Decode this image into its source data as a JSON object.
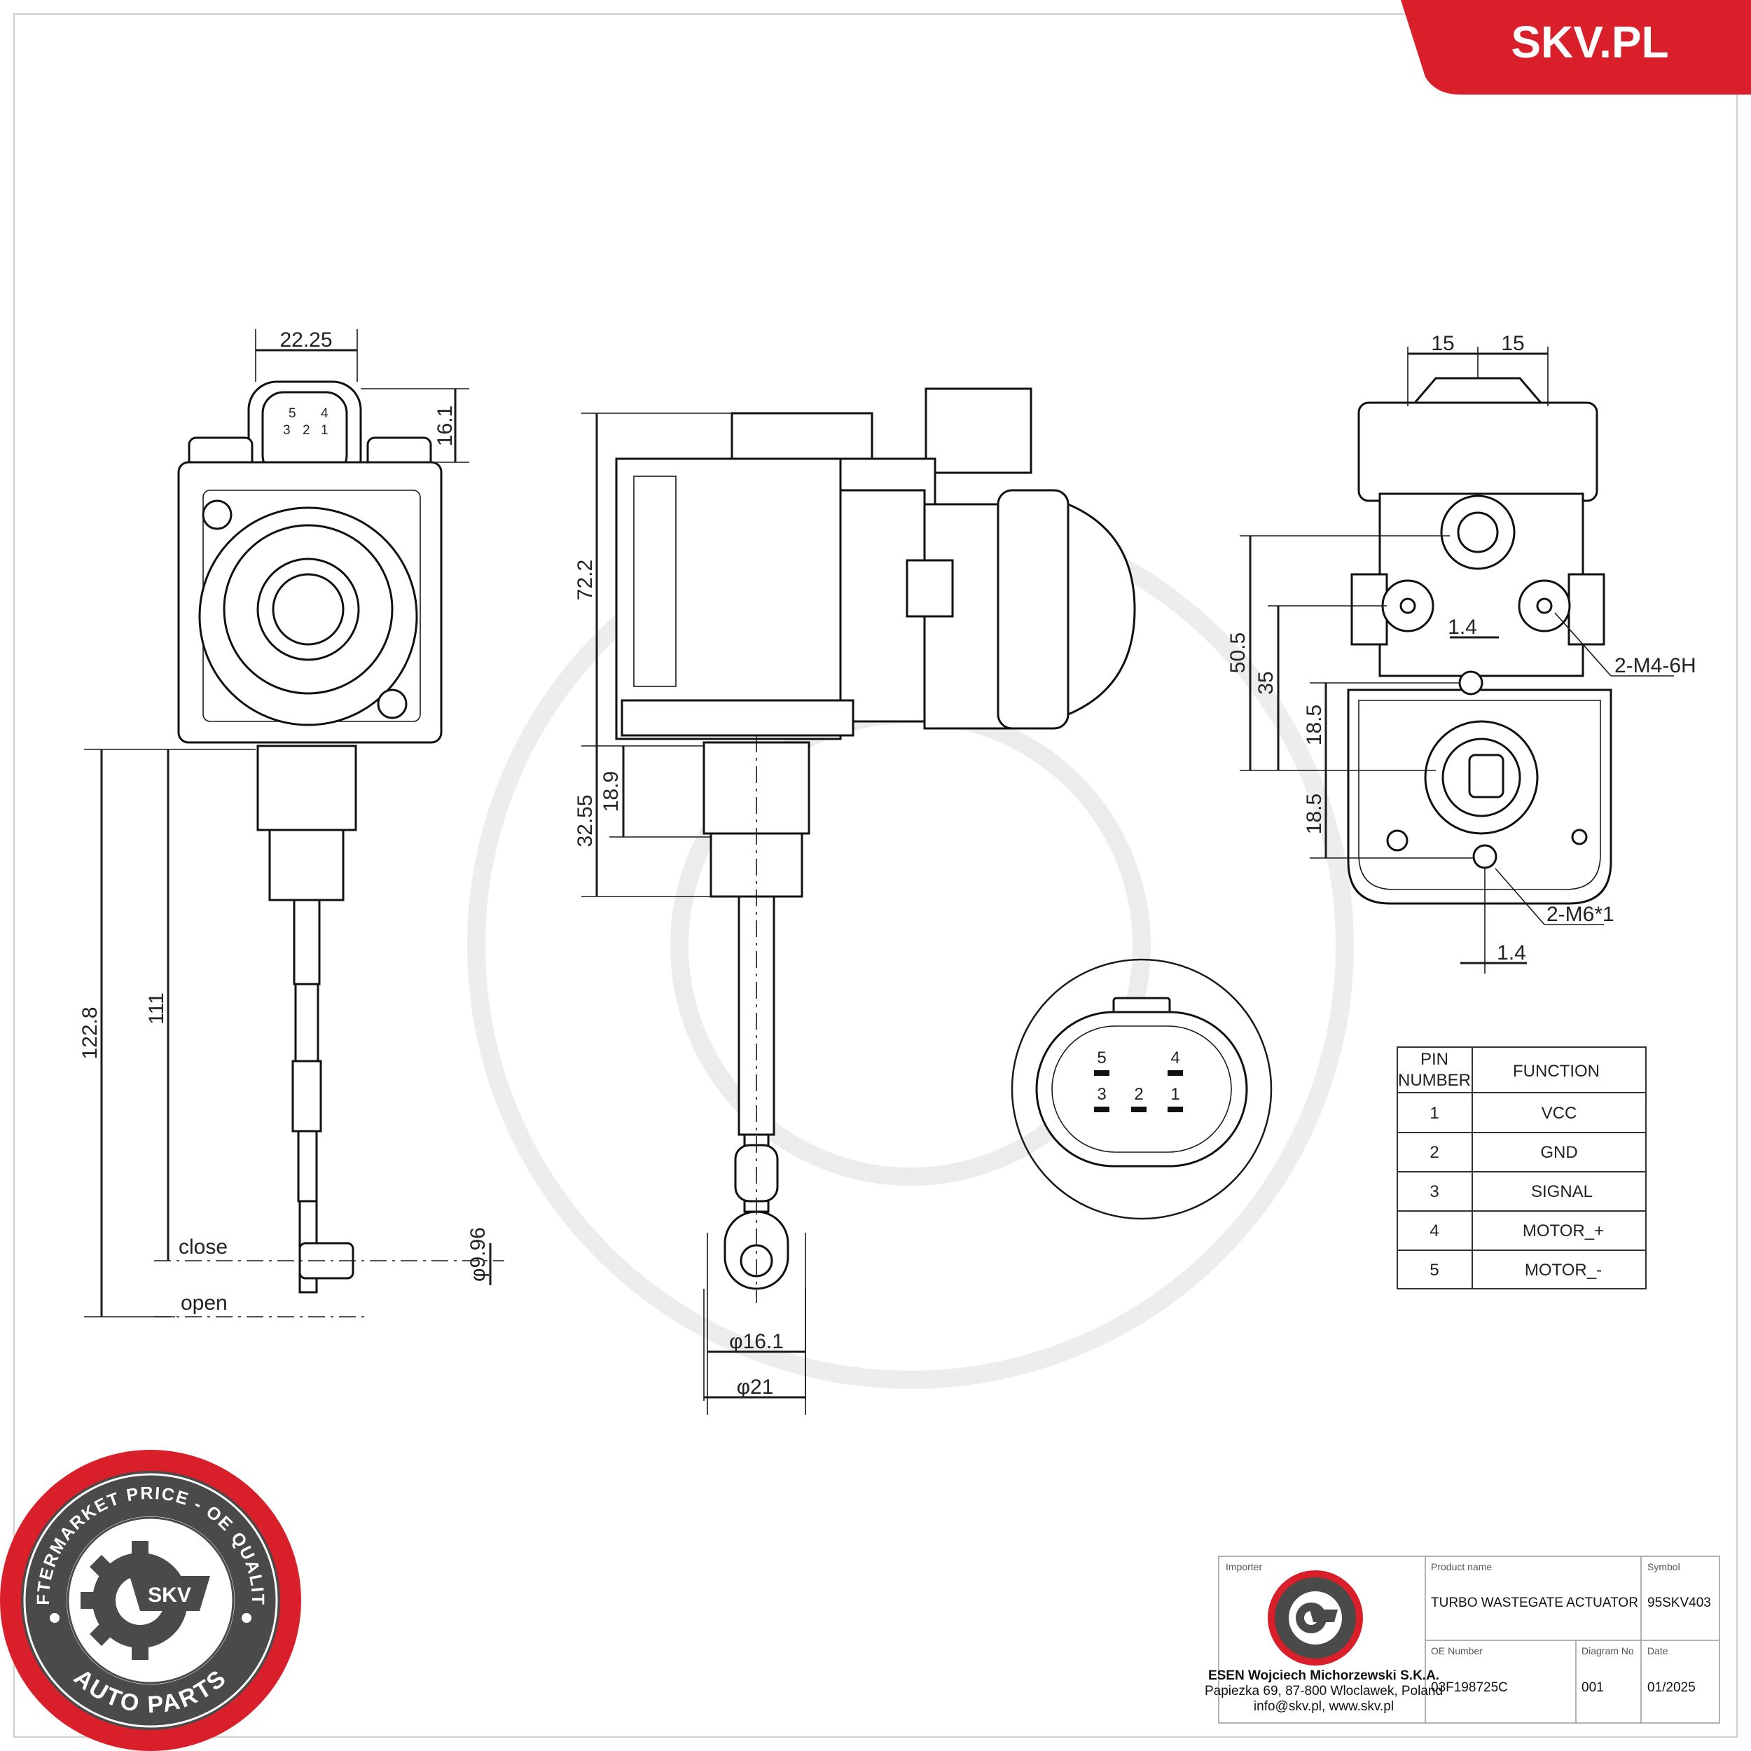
{
  "brand": {
    "site": "SKV.PL",
    "seal_top_text": "AFTERMARKET PRICE - OE QUALITY",
    "seal_bottom_text": "AUTO PARTS",
    "seal_center": "SKV",
    "red": "#d91f2a",
    "grey": "#4a4a4a"
  },
  "drawing": {
    "front_view": {
      "top_width": "22.25",
      "connector_height": "16.1",
      "length_total": "122.8",
      "length_stroke": "111",
      "rod_diameter": "φ9.96",
      "close_label": "close",
      "open_label": "open"
    },
    "side_view": {
      "body_height": "72.2",
      "neck_height": "18.9",
      "rod_offset": "32.55",
      "inner_diameter": "φ16.1",
      "outer_diameter": "φ21"
    },
    "back_view": {
      "half_width_left": "15",
      "half_width_right": "15",
      "height_total": "50.5",
      "height_mid": "35",
      "pitch_upper": "18.5",
      "pitch_lower": "18.5",
      "offset_upper": "1.4",
      "offset_lower": "1.4",
      "thread_a": "2-M4-6H",
      "thread_b": "2-M6*1"
    },
    "connector": {
      "pins_top": [
        "5",
        "4"
      ],
      "pins_bottom": [
        "3",
        "2",
        "1"
      ]
    }
  },
  "pin_table": {
    "header_pin": [
      "PIN",
      "NUMBER"
    ],
    "header_function": "FUNCTION",
    "rows": [
      {
        "pin": "1",
        "function": "VCC"
      },
      {
        "pin": "2",
        "function": "GND"
      },
      {
        "pin": "3",
        "function": "SIGNAL"
      },
      {
        "pin": "4",
        "function": "MOTOR_+"
      },
      {
        "pin": "5",
        "function": "MOTOR_-"
      }
    ]
  },
  "title_block": {
    "importer_label": "Importer",
    "importer_lines": [
      "ESEN Wojciech Michorzewski S.K.A.",
      "Papiezka 69, 87-800 Wloclawek, Poland",
      "info@skv.pl, www.skv.pl"
    ],
    "product_name_label": "Product name",
    "product_name": "TURBO WASTEGATE ACTUATOR",
    "symbol_label": "Symbol",
    "symbol": "95SKV403",
    "oe_number_label": "OE Number",
    "oe_number": "03F198725C",
    "diagram_no_label": "Diagram No",
    "diagram_no": "001",
    "date_label": "Date",
    "date": "01/2025"
  }
}
